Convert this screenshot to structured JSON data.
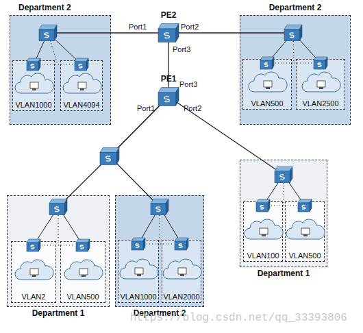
{
  "diagram": {
    "nodes": [
      {
        "text": [
          "Department 2"
        ]
      },
      {
        "text": [
          "VLAN1000"
        ],
        "in": 0
      },
      {
        "text": [
          "VLAN4094"
        ],
        "in": 0
      },
      {
        "text": [
          "PE2"
        ]
      },
      {
        "text": [
          "Department 2"
        ]
      },
      {
        "text": [
          "VLAN500"
        ],
        "in": 4
      },
      {
        "text": [
          "VLAN2500"
        ],
        "in": 4
      },
      {
        "text": [
          "PE1"
        ]
      },
      {
        "text": [
          "Department 1"
        ]
      },
      {
        "text": [
          "VLAN100"
        ],
        "in": 8
      },
      {
        "text": [
          "VLAN500"
        ],
        "in": 8
      },
      {
        "text": [
          "Department 1"
        ]
      },
      {
        "text": [
          "VLAN2"
        ],
        "in": 11
      },
      {
        "text": [
          "VLAN500"
        ],
        "in": 11
      },
      {
        "text": [
          "Department 2"
        ]
      },
      {
        "text": [
          "VLAN1000"
        ],
        "in": 14
      },
      {
        "text": [
          "VLAN2000"
        ],
        "in": 14
      }
    ],
    "edges": [
      {
        "from": 0,
        "to": 3,
        "arrow": "none"
      },
      {
        "from": 3,
        "to": 4,
        "arrow": "none"
      },
      {
        "from": 3,
        "to": 7,
        "arrow": "none"
      },
      {
        "from": 7,
        "to": 11,
        "arrow": "none"
      },
      {
        "from": 7,
        "to": 14,
        "arrow": "none"
      },
      {
        "from": 7,
        "to": 8,
        "arrow": "none"
      }
    ],
    "labels": [
      "Port1",
      "Port2",
      "Port3",
      "Port3",
      "Port1",
      "Port2",
      "https://blog.csdn.net/qq_33393806"
    ]
  }
}
